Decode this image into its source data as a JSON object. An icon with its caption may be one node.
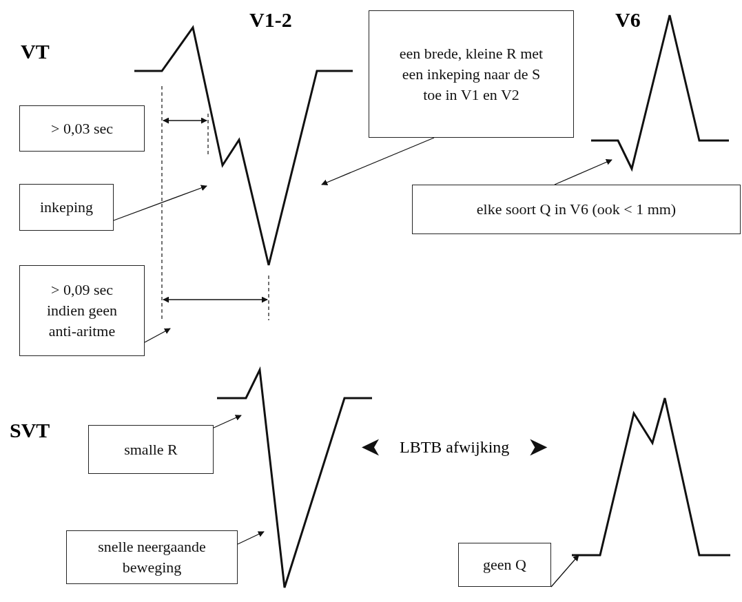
{
  "diagram": {
    "nodes": [
      {
        "text": [
          "> 0,03 sec"
        ]
      },
      {
        "text": [
          "inkeping"
        ]
      },
      {
        "text": [
          "> 0,09 sec indien geen anti-aritme"
        ]
      },
      {
        "text": [
          "een brede, kleine R met een inkeping naar de S toe in V1 en V2"
        ]
      },
      {
        "text": [
          "elke soort Q in V6 (ook < 1 mm)"
        ]
      },
      {
        "text": [
          "smalle R"
        ]
      },
      {
        "text": [
          "snelle neergaande beweging"
        ]
      },
      {
        "text": [
          "geen Q"
        ]
      },
      {
        "text": [
          "LBTB afwijking"
        ]
      },
      {
        "text": [],
        "shape": "picture"
      },
      {
        "text": [],
        "shape": "picture"
      },
      {
        "text": [],
        "shape": "picture"
      },
      {
        "text": [],
        "shape": "picture"
      }
    ],
    "edges": [
      {
        "from": 1,
        "to": 9,
        "arrow": "to"
      },
      {
        "from": 3,
        "to": 9,
        "arrow": "to"
      },
      {
        "from": 4,
        "to": 10,
        "arrow": "to"
      },
      {
        "from": 2,
        "to": null,
        "arrow": "to"
      },
      {
        "from": 5,
        "to": 11,
        "arrow": "to"
      },
      {
        "from": 6,
        "to": 11,
        "arrow": "to"
      },
      {
        "from": 7,
        "to": 12,
        "arrow": "to"
      },
      {
        "from": 8,
        "to": 11,
        "arrow": "to"
      },
      {
        "from": 8,
        "to": 12,
        "arrow": "to"
      }
    ],
    "labels": [
      "V1-2",
      "V6",
      "VT",
      "SVT"
    ]
  }
}
